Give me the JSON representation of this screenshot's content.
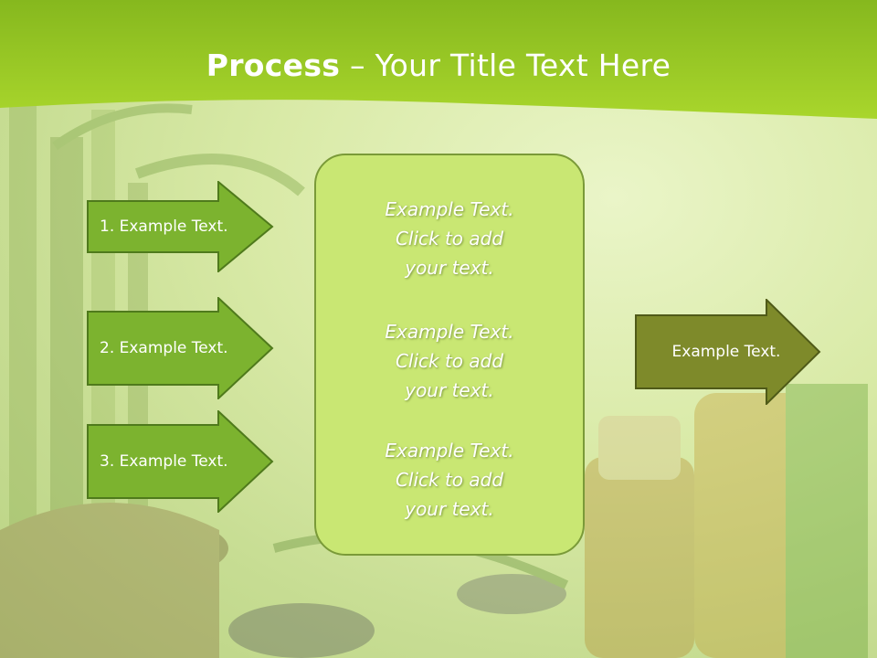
{
  "title": {
    "bold": "Process",
    "rest": " – Your Title Text Here"
  },
  "arrows": [
    {
      "label": "1. Example Text."
    },
    {
      "label": "2. Example Text."
    },
    {
      "label": "3. Example Text."
    }
  ],
  "panel": {
    "blocks": [
      {
        "line1": "Example Text.",
        "line2": "Click  to add",
        "line3": "your text."
      },
      {
        "line1": "Example Text.",
        "line2": "Click  to add",
        "line3": "your text."
      },
      {
        "line1": "Example Text.",
        "line2": "Click  to add",
        "line3": "your text."
      }
    ]
  },
  "output_arrow": {
    "label": "Example Text."
  },
  "colors": {
    "header_green": "#9ccc2e",
    "arrow_fill": "#7cb32f",
    "panel_fill": "#c9e773",
    "output_arrow_fill": "#7e8a2a"
  }
}
